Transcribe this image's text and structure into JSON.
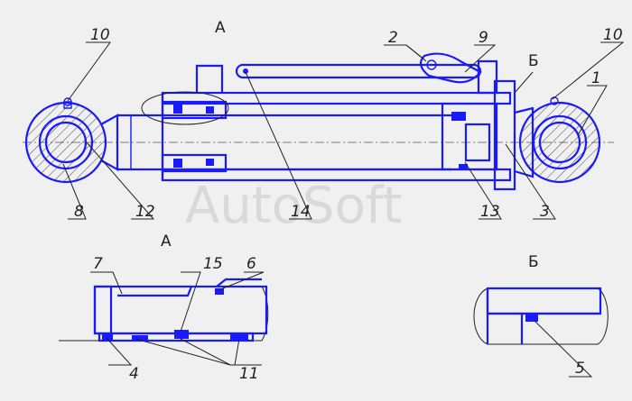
{
  "watermark": "AutoSoft",
  "view_labels": {
    "a_main": "А",
    "b_main": "Б",
    "a_detail": "А",
    "b_detail": "Б"
  },
  "callouts": [
    "10",
    "2",
    "9",
    "10",
    "1",
    "8",
    "12",
    "14",
    "13",
    "3",
    "7",
    "15",
    "6",
    "4",
    "11",
    "5"
  ],
  "colors": {
    "part": "#1a1aff",
    "line": "#222222",
    "background": "#f0f0f0"
  }
}
